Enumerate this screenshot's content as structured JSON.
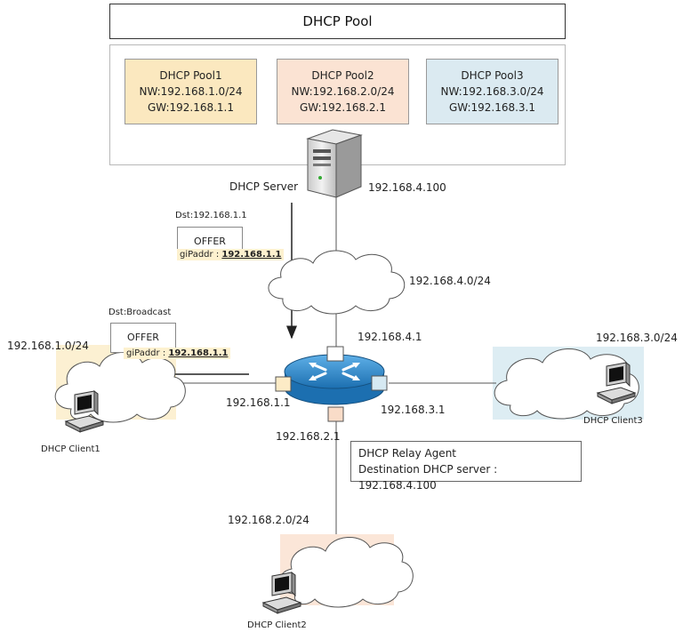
{
  "pool": {
    "title": "DHCP Pool",
    "pools": [
      {
        "name": "DHCP Pool1",
        "nw": "NW:192.168.1.0/24",
        "gw": "GW:192.168.1.1",
        "color": "#fbe8bf"
      },
      {
        "name": "DHCP Pool2",
        "nw": "NW:192.168.2.0/24",
        "gw": "GW:192.168.2.1",
        "color": "#fbe3d3"
      },
      {
        "name": "DHCP Pool3",
        "nw": "NW:192.168.3.0/24",
        "gw": "GW:192.168.3.1",
        "color": "#dbeaf1"
      }
    ]
  },
  "server": {
    "label": "DHCP Server",
    "ip": "192.168.4.100"
  },
  "networks": {
    "net4": "192.168.4.0/24",
    "net1": "192.168.1.0/24",
    "net2": "192.168.2.0/24",
    "net3": "192.168.3.0/24"
  },
  "router": {
    "if4": "192.168.4.1",
    "if1": "192.168.1.1",
    "if2": "192.168.2.1",
    "if3": "192.168.3.1"
  },
  "offer_server": {
    "dst": "Dst:192.168.1.1",
    "title": "OFFER",
    "field": "giPaddr :",
    "value": "192.168.1.1"
  },
  "offer_broadcast": {
    "dst": "Dst:Broadcast",
    "title": "OFFER",
    "field": "giPaddr :",
    "value": "192.168.1.1"
  },
  "relay": {
    "title": "DHCP Relay Agent",
    "dest": "Destination DHCP server : 192.168.4.100"
  },
  "clients": {
    "c1": "DHCP Client1",
    "c2": "DHCP Client2",
    "c3": "DHCP Client3"
  },
  "colors": {
    "net1_bg": "#fcf0d2",
    "net2_bg": "#fbe6d8",
    "net3_bg": "#ddedf3",
    "router": "#2f86c9"
  }
}
